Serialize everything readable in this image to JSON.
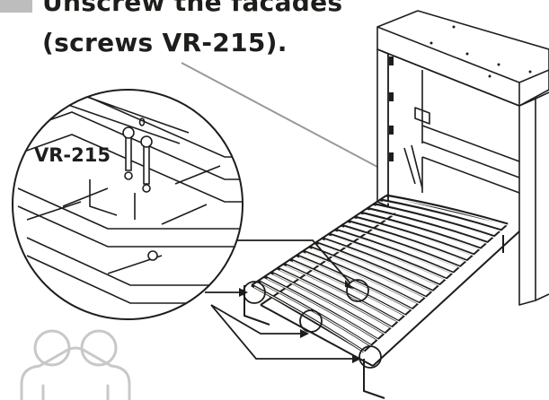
{
  "step": {
    "title_line_1": "Unscrew the facades",
    "title_line_2": "(screws VR-215)."
  },
  "callout": {
    "screw_label": "VR-215"
  },
  "icons": {
    "step_marker": "grey-square",
    "team_icon": "two-people-icon"
  },
  "colors": {
    "ink": "#1d1d1b",
    "marker": "#bdbdbd",
    "assist_icon": "#c8c8c8"
  }
}
